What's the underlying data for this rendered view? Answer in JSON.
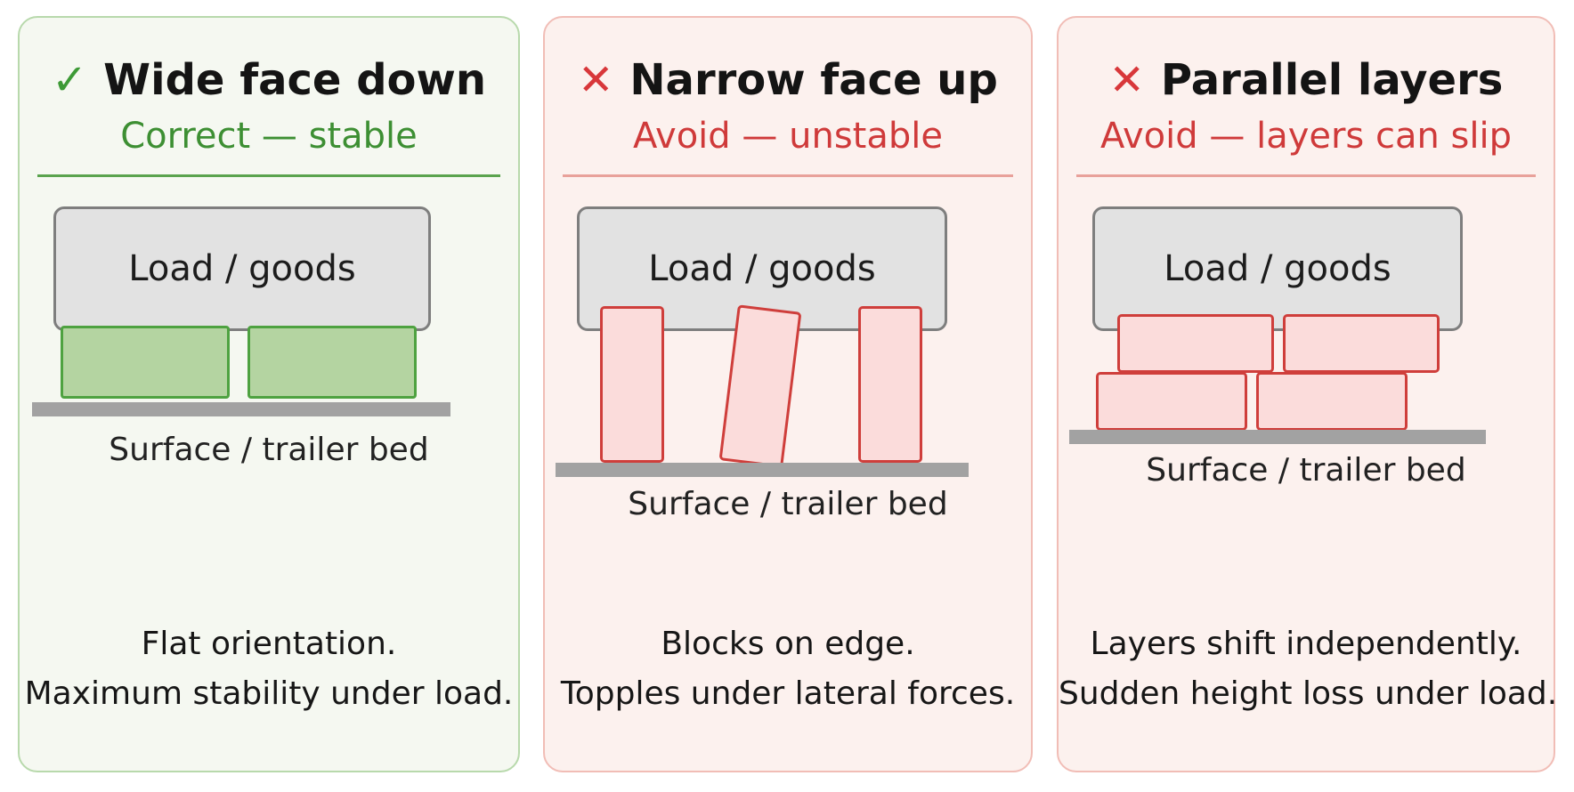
{
  "panels": [
    {
      "mark_icon": "check-icon",
      "mark": "✓",
      "title": "Wide face down",
      "subtitle": "Correct — stable",
      "load_label": "Load / goods",
      "surface_label": "Surface / trailer bed",
      "description": [
        "Flat orientation.",
        "Maximum stability under load."
      ]
    },
    {
      "mark_icon": "cross-icon",
      "mark": "✕",
      "title": "Narrow face up",
      "subtitle": "Avoid — unstable",
      "load_label": "Load / goods",
      "surface_label": "Surface / trailer bed",
      "description": [
        "Blocks on edge.",
        "Topples under lateral forces."
      ]
    },
    {
      "mark_icon": "cross-icon",
      "mark": "✕",
      "title": "Parallel layers",
      "subtitle": "Avoid — layers can slip",
      "load_label": "Load / goods",
      "surface_label": "Surface / trailer bed",
      "description": [
        "Layers shift independently.",
        "Sudden height loss under load."
      ]
    }
  ],
  "colors": {
    "correct": "#3d9a36",
    "avoid": "#d8373a",
    "load_fill": "#e2e2e2",
    "correct_block_fill": "#b4d4a1",
    "avoid_block_fill": "#fbdcdb",
    "surface": "#a2a2a2"
  }
}
